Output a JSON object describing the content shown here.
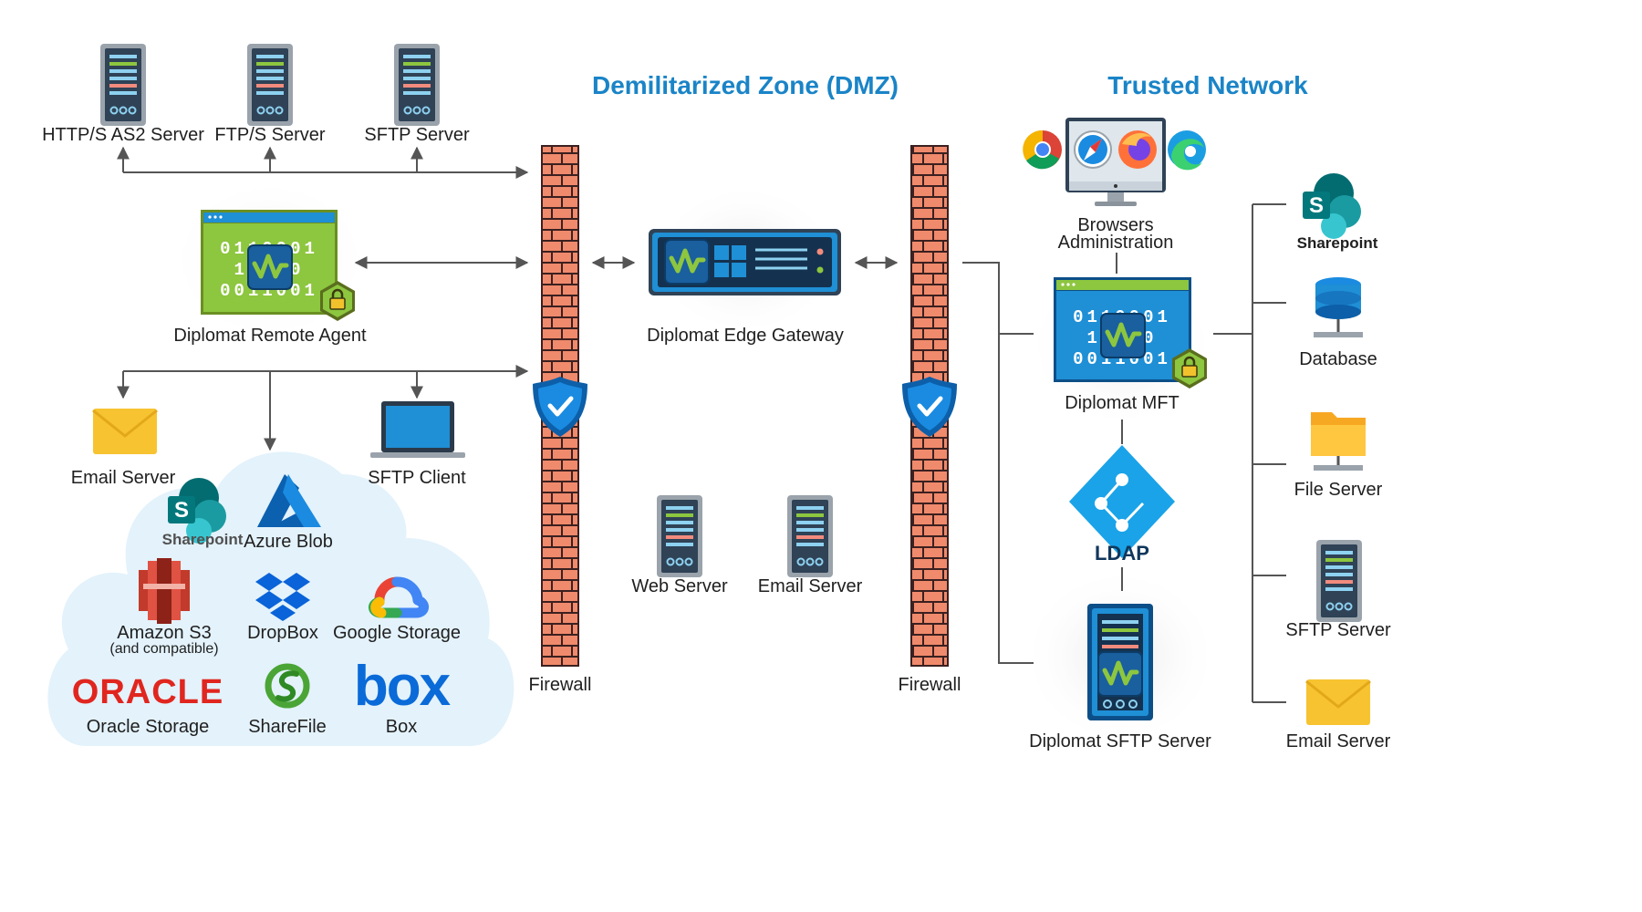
{
  "zones": {
    "dmz": "Demilitarized Zone (DMZ)",
    "trusted": "Trusted Network"
  },
  "external": {
    "servers": [
      "HTTP/S AS2 Server",
      "FTP/S Server",
      "SFTP Server"
    ],
    "remote_agent": "Diplomat Remote Agent",
    "email_server": "Email Server",
    "sftp_client": "SFTP Client"
  },
  "cloud": {
    "sharepoint": "Sharepoint",
    "azure": "Azure Blob",
    "s3": "Amazon S3",
    "s3_note": "(and compatible)",
    "dropbox": "DropBox",
    "google": "Google Storage",
    "oracle_logo": "ORACLE",
    "oracle": "Oracle Storage",
    "sharefile": "ShareFile",
    "box_logo": "box",
    "box": "Box"
  },
  "dmz": {
    "firewall_left": "Firewall",
    "gateway": "Diplomat Edge Gateway",
    "web_server": "Web Server",
    "email_server": "Email Server",
    "firewall_right": "Firewall"
  },
  "trusted": {
    "browsers_line1": "Browsers",
    "browsers_line2": "Administration",
    "mft": "Diplomat MFT",
    "ldap": "LDAP",
    "sftp_server_main": "Diplomat SFTP Server",
    "sharepoint": "Sharepoint",
    "database": "Database",
    "file_server": "File Server",
    "sftp_server": "SFTP Server",
    "email_server": "Email Server"
  },
  "binary_text": {
    "row1": "0110001",
    "row2": "10  10",
    "row3": "0011001"
  },
  "colors": {
    "zone_title": "#1a84c7",
    "brick": "#f08a6c",
    "shield": "#1a7fd4",
    "window_green": "#8dc63f",
    "window_blue": "#1f8fd6",
    "server_body": "#2f4256",
    "envelope": "#f7c331",
    "cloud_fill": "#e3f2fb"
  }
}
